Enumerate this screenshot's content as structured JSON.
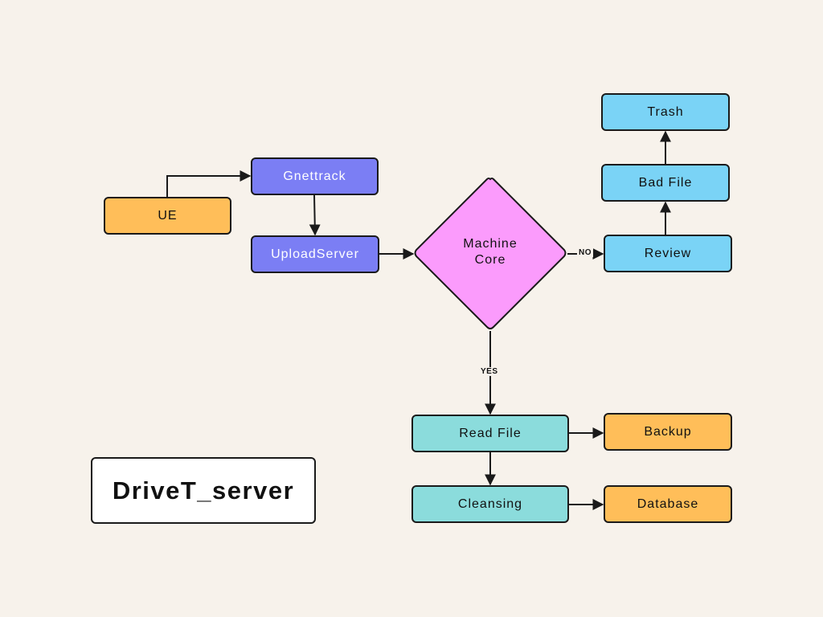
{
  "title": "DriveT_server",
  "nodes": {
    "ue": "UE",
    "gnettrack": "Gnettrack",
    "upload_server": "UploadServer",
    "machine_core_line1": "Machine",
    "machine_core_line2": "Core",
    "review": "Review",
    "bad_file": "Bad File",
    "trash": "Trash",
    "read_file": "Read File",
    "backup": "Backup",
    "cleansing": "Cleansing",
    "database": "Database"
  },
  "edge_labels": {
    "no": "NO",
    "yes": "YES"
  },
  "colors": {
    "background": "#f7f2eb",
    "orange": "#ffbe59",
    "purple": "#7b7ef4",
    "blue": "#7ad3f6",
    "teal": "#8bdcdc",
    "diamond": "#fb9bfc",
    "stroke": "#1a1a1a"
  }
}
